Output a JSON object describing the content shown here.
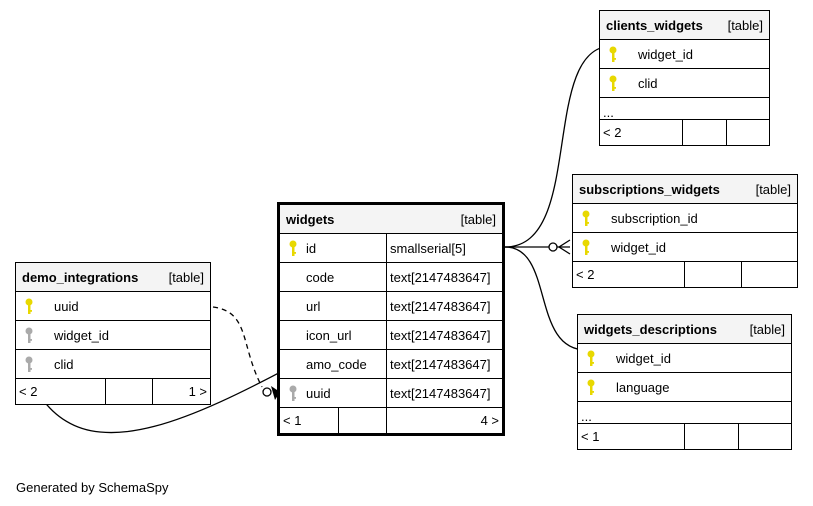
{
  "credit": "Generated by SchemaSpy",
  "widgets": {
    "name": "widgets",
    "kind": "[table]",
    "columns": [
      {
        "name": "id",
        "type": "smallserial[5]",
        "key": "primary"
      },
      {
        "name": "code",
        "type": "text[2147483647]",
        "key": "none"
      },
      {
        "name": "url",
        "type": "text[2147483647]",
        "key": "none"
      },
      {
        "name": "icon_url",
        "type": "text[2147483647]",
        "key": "none"
      },
      {
        "name": "amo_code",
        "type": "text[2147483647]",
        "key": "none"
      },
      {
        "name": "uuid",
        "type": "text[2147483647]",
        "key": "foreign"
      }
    ],
    "footer": [
      "< 1",
      "",
      "4 >"
    ]
  },
  "demo_integrations": {
    "name": "demo_integrations",
    "kind": "[table]",
    "columns": [
      {
        "name": "uuid",
        "key": "primary"
      },
      {
        "name": "widget_id",
        "key": "foreign"
      },
      {
        "name": "clid",
        "key": "foreign"
      }
    ],
    "footer": [
      "< 2",
      "",
      "1 >"
    ]
  },
  "clients_widgets": {
    "name": "clients_widgets",
    "kind": "[table]",
    "columns": [
      {
        "name": "widget_id",
        "key": "primary"
      },
      {
        "name": "clid",
        "key": "primary"
      }
    ],
    "more": "...",
    "footer": [
      "< 2",
      "",
      ""
    ]
  },
  "subscriptions_widgets": {
    "name": "subscriptions_widgets",
    "kind": "[table]",
    "columns": [
      {
        "name": "subscription_id",
        "key": "primary"
      },
      {
        "name": "widget_id",
        "key": "primary"
      }
    ],
    "footer": [
      "< 2",
      "",
      ""
    ]
  },
  "widgets_descriptions": {
    "name": "widgets_descriptions",
    "kind": "[table]",
    "columns": [
      {
        "name": "widget_id",
        "key": "primary"
      },
      {
        "name": "language",
        "key": "primary"
      }
    ],
    "more": "...",
    "footer": [
      "< 1",
      "",
      ""
    ]
  },
  "colors": {
    "primary_key": "#e8d800",
    "foreign_key": "#aaaaaa",
    "header_bg": "#f4f4f4"
  }
}
